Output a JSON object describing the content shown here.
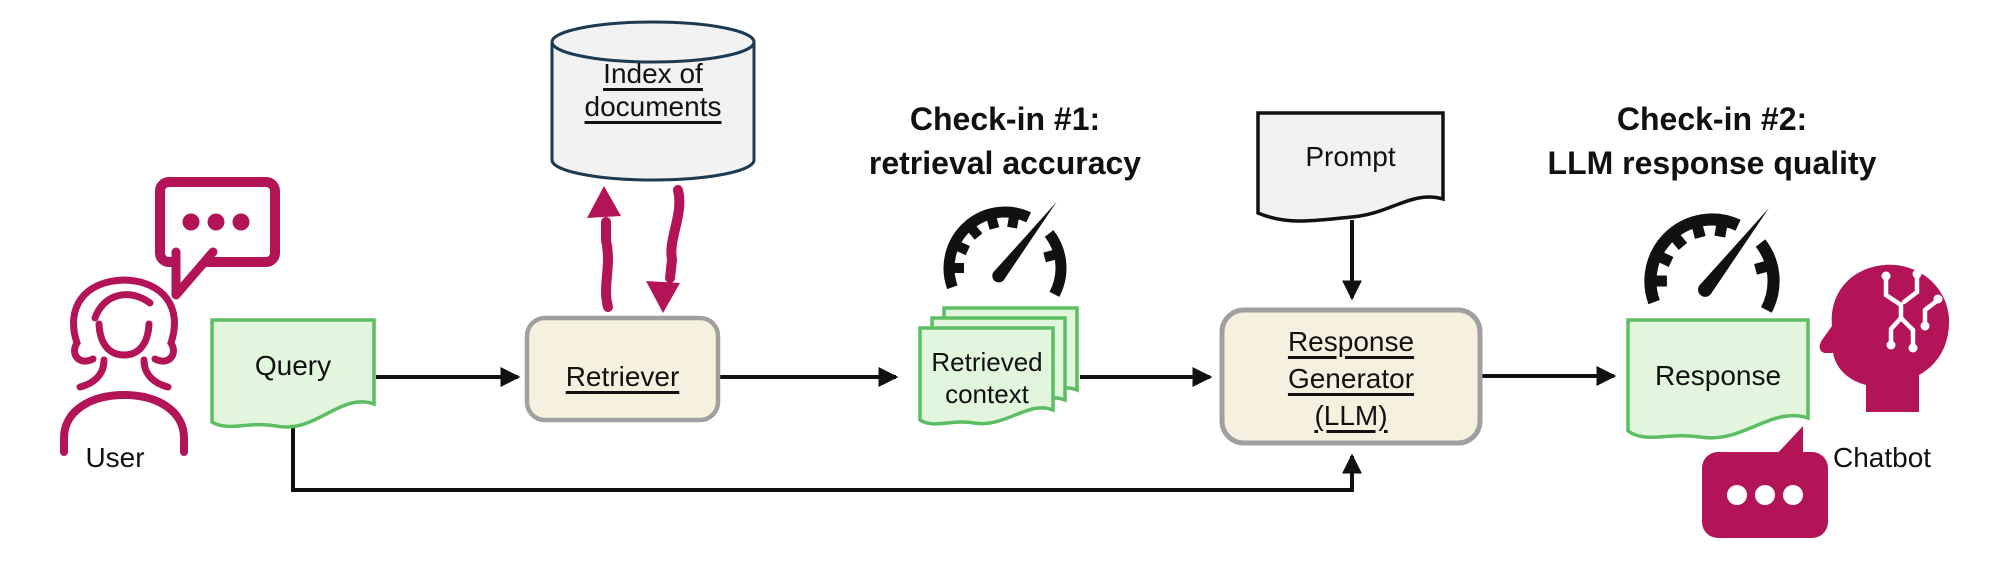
{
  "diagram": {
    "nodes": {
      "user": {
        "label": "User"
      },
      "query": {
        "label": "Query"
      },
      "index_of_documents": {
        "line1": "Index of",
        "line2": "documents"
      },
      "retriever": {
        "label": "Retriever"
      },
      "retrieved_context": {
        "line1": "Retrieved",
        "line2": "context"
      },
      "prompt": {
        "label": "Prompt"
      },
      "response_generator": {
        "line1": "Response",
        "line2": "Generator",
        "line3": "(LLM)"
      },
      "response": {
        "label": "Response"
      },
      "chatbot": {
        "label": "Chatbot"
      }
    },
    "checkins": {
      "one": {
        "line1": "Check-in #1:",
        "line2": "retrieval accuracy"
      },
      "two": {
        "line1": "Check-in #2:",
        "line2": "LLM response quality"
      }
    },
    "icons": {
      "user_speech_bubble": "speech-bubble-dots-icon",
      "user_person": "woman-user-icon",
      "database": "database-cylinder-icon",
      "gauge_1": "speedometer-gauge-icon",
      "gauge_2": "speedometer-gauge-icon",
      "ai_head": "ai-head-circuit-icon",
      "chatbot_bubble": "chat-bubble-dots-icon"
    },
    "colors": {
      "magenta": "#B31458",
      "green_fill": "#E1F6DD",
      "green_stroke": "#5CBE62",
      "cream_fill": "#F6F1DE",
      "box_border": "#A0A0A0",
      "gray_fill": "#F2F2F2",
      "cylinder_stroke": "#1C3A52",
      "line_black": "#111111"
    }
  }
}
